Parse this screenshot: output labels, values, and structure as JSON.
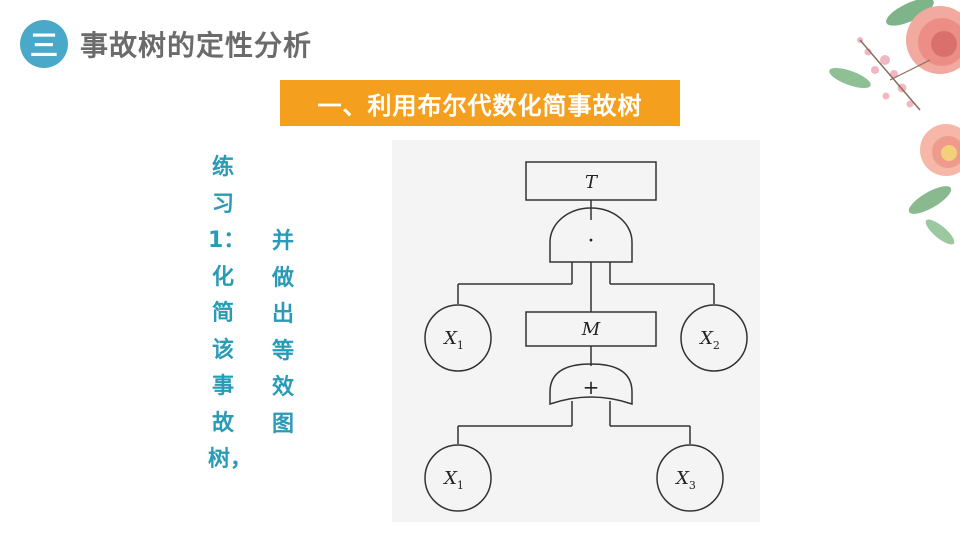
{
  "header": {
    "section_number": "三",
    "section_title": "事故树的定性分析"
  },
  "banner": {
    "text": "一、利用布尔代数化简事故树"
  },
  "exercise": {
    "column1": "练习1：化简该事故树，",
    "column2": "并做出等效图"
  },
  "fault_tree": {
    "top_event": "T",
    "and_gate_symbol": "·",
    "middle_event": "M",
    "or_gate_symbol": "+",
    "left_basic_event": {
      "base": "X",
      "sub": "1"
    },
    "right_basic_event": {
      "base": "X",
      "sub": "2"
    },
    "bottom_left_event": {
      "base": "X",
      "sub": "1"
    },
    "bottom_right_event": {
      "base": "X",
      "sub": "3"
    }
  },
  "colors": {
    "badge": "#4aa8c8",
    "banner": "#f4a01e",
    "exercise_text": "#2a9bb7",
    "title_text": "#6b6b6b"
  }
}
